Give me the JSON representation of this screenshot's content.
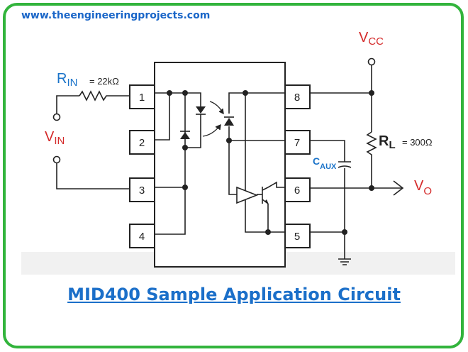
{
  "header": {
    "website": "www.theengineeringprojects.com"
  },
  "caption": "MID400 Sample Application Circuit",
  "colors": {
    "frame": "#32b43c",
    "accent_blue": "#1a73c9",
    "accent_red": "#d42a2a",
    "wire": "#222222"
  },
  "diagram": {
    "pins": [
      "1",
      "2",
      "3",
      "4",
      "5",
      "6",
      "7",
      "8"
    ],
    "labels": {
      "rin_main": "R",
      "rin_sub": "IN",
      "rin_value": "= 22kΩ",
      "vin_main": "V",
      "vin_sub": "IN",
      "vcc_main": "V",
      "vcc_sub": "CC",
      "rl_main": "R",
      "rl_sub": "L",
      "rl_value": "= 300Ω",
      "caux_main": "C",
      "caux_sub": "AUX",
      "vo_main": "V",
      "vo_sub": "O"
    }
  }
}
